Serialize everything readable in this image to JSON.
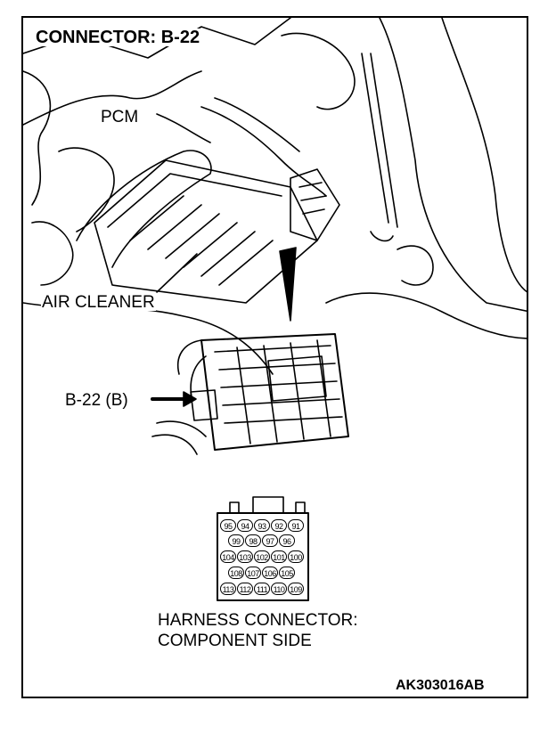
{
  "title": "CONNECTOR: B-22",
  "labels": {
    "pcm": "PCM",
    "air_cleaner": "AIR CLEANER",
    "connector_b": "B-22 (B)",
    "harness_line1": "HARNESS CONNECTOR:",
    "harness_line2": "COMPONENT SIDE"
  },
  "figure_code": "AK303016AB",
  "pins": {
    "row1": [
      "95",
      "94",
      "93",
      "92",
      "91"
    ],
    "row2": [
      "99",
      "98",
      "97",
      "96"
    ],
    "row3": [
      "104",
      "103",
      "102",
      "101",
      "100"
    ],
    "row4": [
      "108",
      "107",
      "106",
      "105"
    ],
    "row5": [
      "113",
      "112",
      "111",
      "110",
      "109"
    ]
  }
}
